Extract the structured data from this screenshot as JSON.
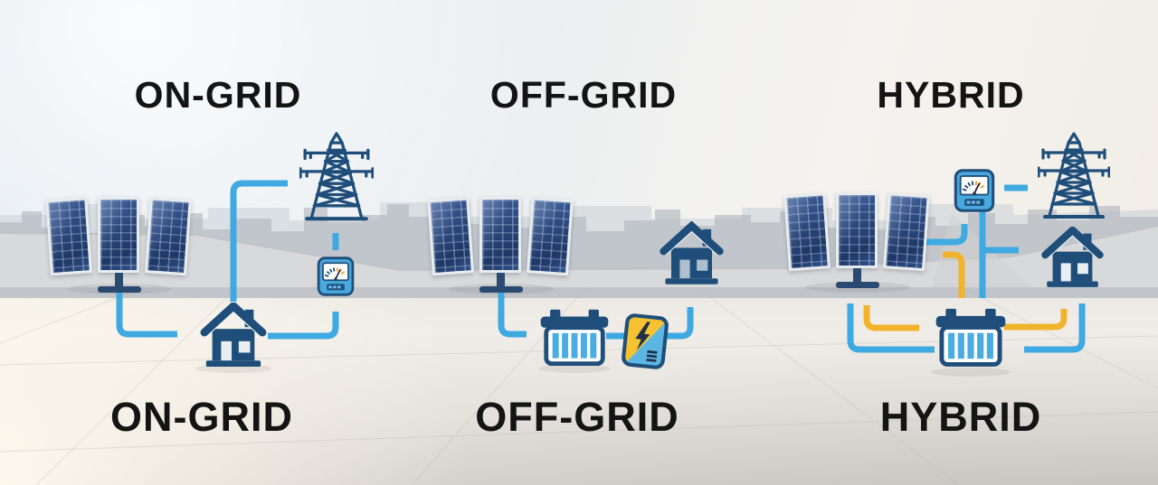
{
  "colors": {
    "arrow_blue": "#3fa9e1",
    "arrow_yellow": "#f2b32c",
    "icon_navy": "#1f4e7a",
    "meter_blue": "#49a8de",
    "battery_cell": "#4aace3",
    "inverter_yellow": "#f6c232",
    "inverter_blue": "#5cb6e4",
    "label_ink": "#141414"
  },
  "sections": [
    {
      "id": "on-grid",
      "top_label": "ON-GRID",
      "bottom_label": "ON-GRID",
      "components": [
        "solar-panel",
        "house",
        "electric-meter",
        "transmission-tower"
      ]
    },
    {
      "id": "off-grid",
      "top_label": "OFF-GRID",
      "bottom_label": "OFF-GRID",
      "components": [
        "solar-panel",
        "battery",
        "inverter",
        "house"
      ]
    },
    {
      "id": "hybrid",
      "top_label": "HYBRID",
      "bottom_label": "HYBRID",
      "components": [
        "solar-panel",
        "electric-meter",
        "transmission-tower",
        "house",
        "battery"
      ]
    }
  ]
}
